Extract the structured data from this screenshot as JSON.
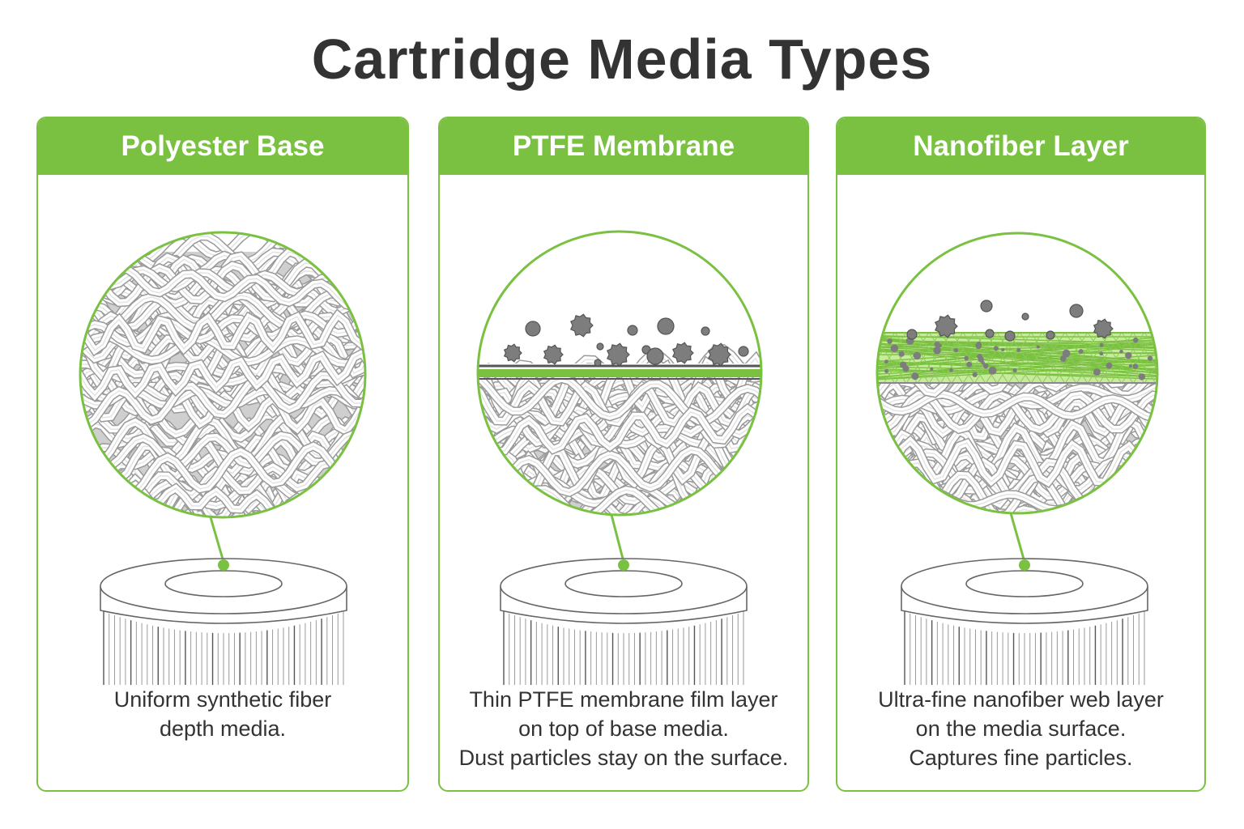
{
  "title": "Cartridge Media Types",
  "colors": {
    "accent": "#7ac142",
    "text": "#333333",
    "fiber_stroke": "#9a9a9a",
    "particle": "#7d7d7d"
  },
  "panels": [
    {
      "id": "polyester",
      "header": "Polyester Base",
      "caption": [
        "Uniform synthetic fiber",
        "depth media."
      ],
      "layers": [
        "fiber-web"
      ],
      "icon": "cartridge-filter-icon"
    },
    {
      "id": "ptfe",
      "header": "PTFE Membrane",
      "caption": [
        "Thin PTFE membrane film layer",
        "on top of base media.",
        "Dust particles stay on the surface."
      ],
      "layers": [
        "dust-particles",
        "membrane-film",
        "fiber-web"
      ],
      "icon": "cartridge-filter-icon"
    },
    {
      "id": "nanofiber",
      "header": "Nanofiber Layer",
      "caption": [
        "Ultra-fine nanofiber web layer",
        "on the media surface.",
        "Captures fine particles."
      ],
      "layers": [
        "dust-particles",
        "nanofiber-web",
        "fiber-web"
      ],
      "icon": "cartridge-filter-icon"
    }
  ]
}
